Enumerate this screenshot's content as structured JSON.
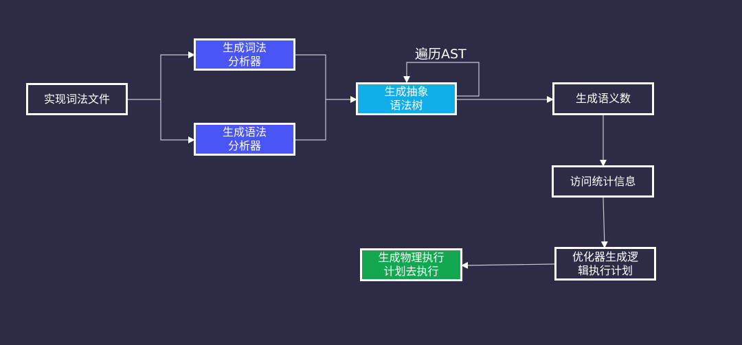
{
  "nodes": {
    "impl_lexer_file": "实现词法文件",
    "gen_lexer": "生成词法\n分析器",
    "gen_parser": "生成语法\n分析器",
    "gen_ast": "生成抽象\n语法树",
    "gen_semantic_tree": "生成语义数",
    "visit_stats": "访问统计信息",
    "optimizer": "优化器生成逻\n辑执行计划",
    "physical_plan": "生成物理执行\n计划去执行"
  },
  "labels": {
    "traverse_ast": "遍历AST"
  },
  "colors": {
    "background": "#2c2c47",
    "lexer_parser_fill": "#4a55f5",
    "ast_fill": "#10aee8",
    "physical_plan_fill": "#12a84f",
    "edge": "#c8c8d2"
  }
}
